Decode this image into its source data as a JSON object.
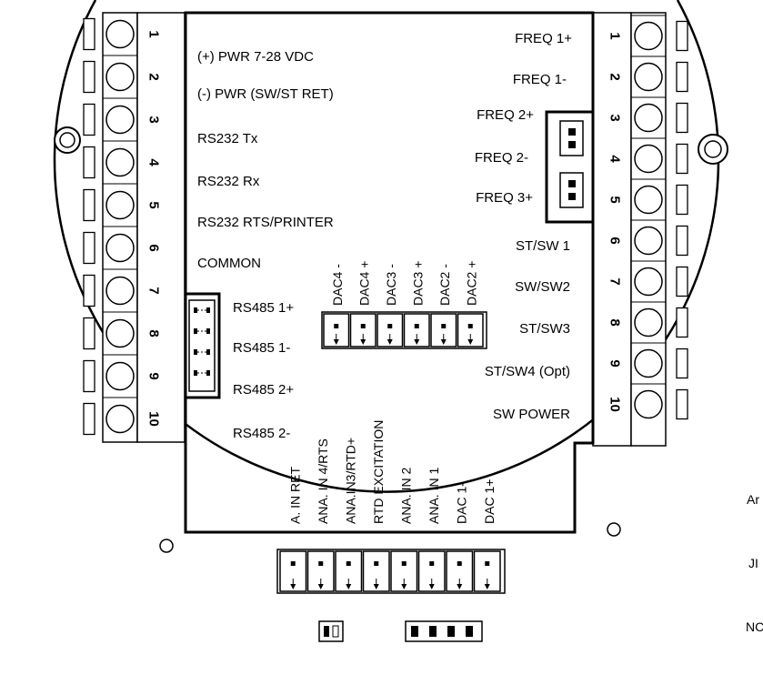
{
  "diagram": {
    "left_terminal_numbers": [
      "1",
      "2",
      "3",
      "4",
      "5",
      "6",
      "7",
      "8",
      "9",
      "10"
    ],
    "right_terminal_numbers": [
      "1",
      "2",
      "3",
      "4",
      "5",
      "6",
      "7",
      "8",
      "9",
      "10"
    ],
    "left_labels": [
      "(+) PWR 7-28 VDC",
      "(-) PWR (SW/ST RET)",
      "RS232 Tx",
      "RS232 Rx",
      "RS232 RTS/PRINTER",
      "COMMON"
    ],
    "rs485_labels": [
      "RS485 1+",
      "RS485 1-",
      "RS485 2+",
      "RS485 2-"
    ],
    "right_labels": [
      "FREQ 1+",
      "FREQ 1-",
      "FREQ 2+",
      "FREQ 2-",
      "FREQ 3+",
      "ST/SW 1",
      "SW/SW2",
      "ST/SW3",
      "ST/SW4 (Opt)",
      "SW POWER"
    ],
    "dac_labels": [
      "DAC4 -",
      "DAC4 +",
      "DAC3 -",
      "DAC3 +",
      "DAC2 -",
      "DAC2 +"
    ],
    "bottom_labels": [
      "A. IN RET",
      "ANA. IN 4/RTS",
      "ANA.IN3/RTD+",
      "RTD EXCITATION",
      "ANA. IN 2",
      "ANA. IN 1",
      "DAC 1-",
      "DAC 1+"
    ],
    "side_text": [
      "Ar",
      "JI",
      "NC"
    ]
  }
}
